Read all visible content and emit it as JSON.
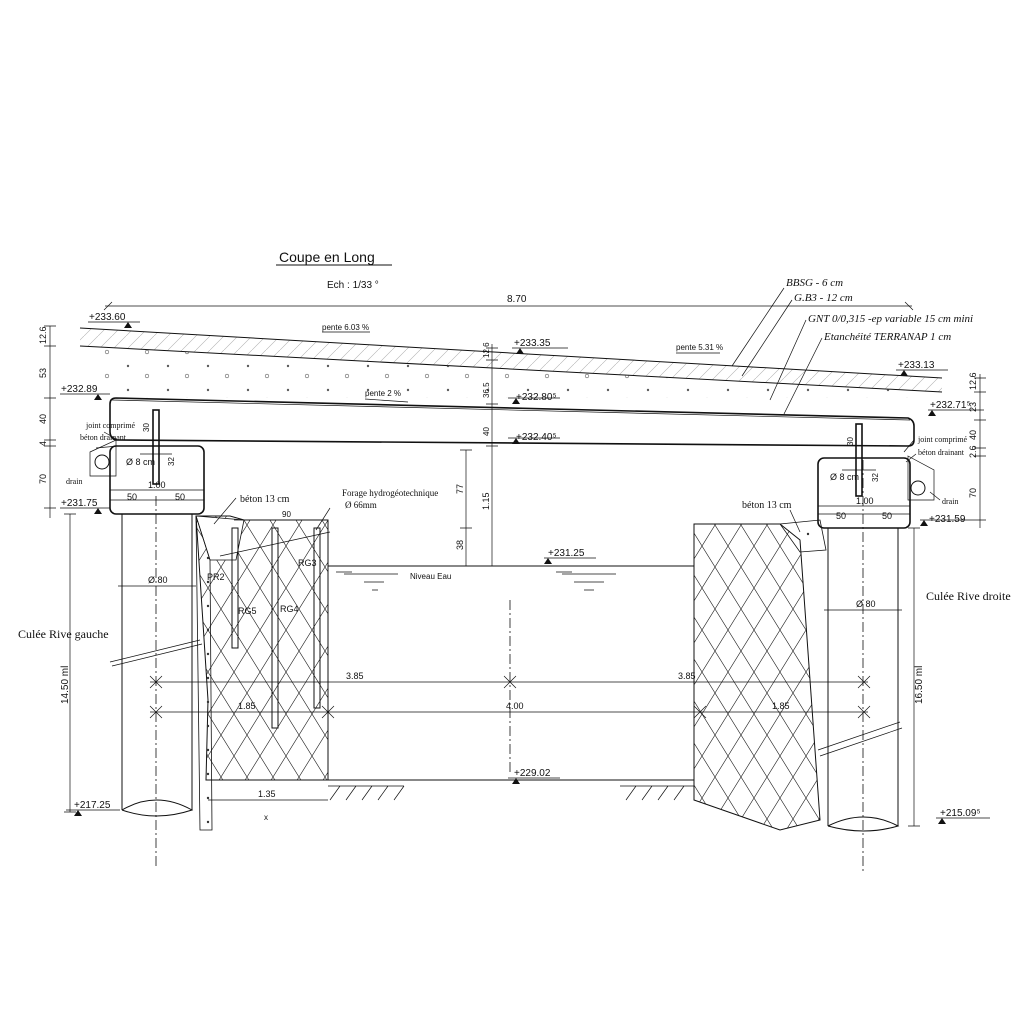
{
  "title": "Coupe  en Long",
  "scale": "Ech : 1/33 °",
  "dimensions": {
    "span": "8.70",
    "left_levels": [
      "12.6",
      "53",
      "40",
      "4",
      "70"
    ],
    "right_levels": [
      "12.6",
      "23",
      "40",
      "2.6",
      "70"
    ],
    "mid_thickness": [
      "12.6",
      "36.5",
      "40"
    ],
    "bearing_left": "1.00",
    "bearing_right": "1.00",
    "seat_halves": [
      "50",
      "50"
    ],
    "clear_heights": [
      "77",
      "1.15",
      "38"
    ],
    "pile_left_length": "14.50 ml",
    "pile_right_length": "16.50 ml",
    "pile_left_diameter": "Ø 80",
    "pile_right_diameter": "Ø 80",
    "dowel_diameter": "Ø 8 cm",
    "dowel_length": "30",
    "dowel_offset": "32",
    "row1": [
      "3.85",
      "3.85"
    ],
    "row2": [
      "1.85",
      "4.00",
      "1.85"
    ],
    "toe": "1.35",
    "trench": "90"
  },
  "elevations": {
    "e233_60": "+233.60",
    "e233_35": "+233.35",
    "e233_13": "+233.13",
    "e232_89": "+232.89",
    "e232_80": "+232.80⁵",
    "e232_71": "+232.71⁵",
    "e232_40": "+232.40⁵",
    "e231_75": "+231.75",
    "e231_59": "+231.59",
    "e231_25": "+231.25",
    "e229_02": "+229.02",
    "e217_25": "+217.25",
    "e215_09": "+215.09⁵"
  },
  "slopes": {
    "s1": "pente 6.03 %",
    "s2": "pente 5.31 %",
    "s3": "pente 2 %"
  },
  "layers": {
    "l1": "BBSG -  6 cm",
    "l2": "G.B3 - 12 cm",
    "l3": "GNT 0/0,315 -ep variable 15 cm mini",
    "l4": "Etanchéité TERRANAP 1 cm"
  },
  "labels": {
    "joint_left_1": "joint comprimé",
    "joint_left_2": "béton drainant",
    "joint_right_1": "joint comprimé",
    "joint_right_2": "béton drainant",
    "drain_left": "drain",
    "drain_right": "drain",
    "beton_left": "béton 13 cm",
    "beton_right": "béton 13 cm",
    "forage_1": "Forage hydrogéotechnique",
    "forage_2": "Ø 66mm",
    "water": "Niveau Eau",
    "abutment_left": "Culée Rive gauche",
    "abutment_right": "Culée Rive droite",
    "pr2": "PR2",
    "rg3": "RG3",
    "rg4": "RG4",
    "rg5": "RG5",
    "x": "x"
  }
}
